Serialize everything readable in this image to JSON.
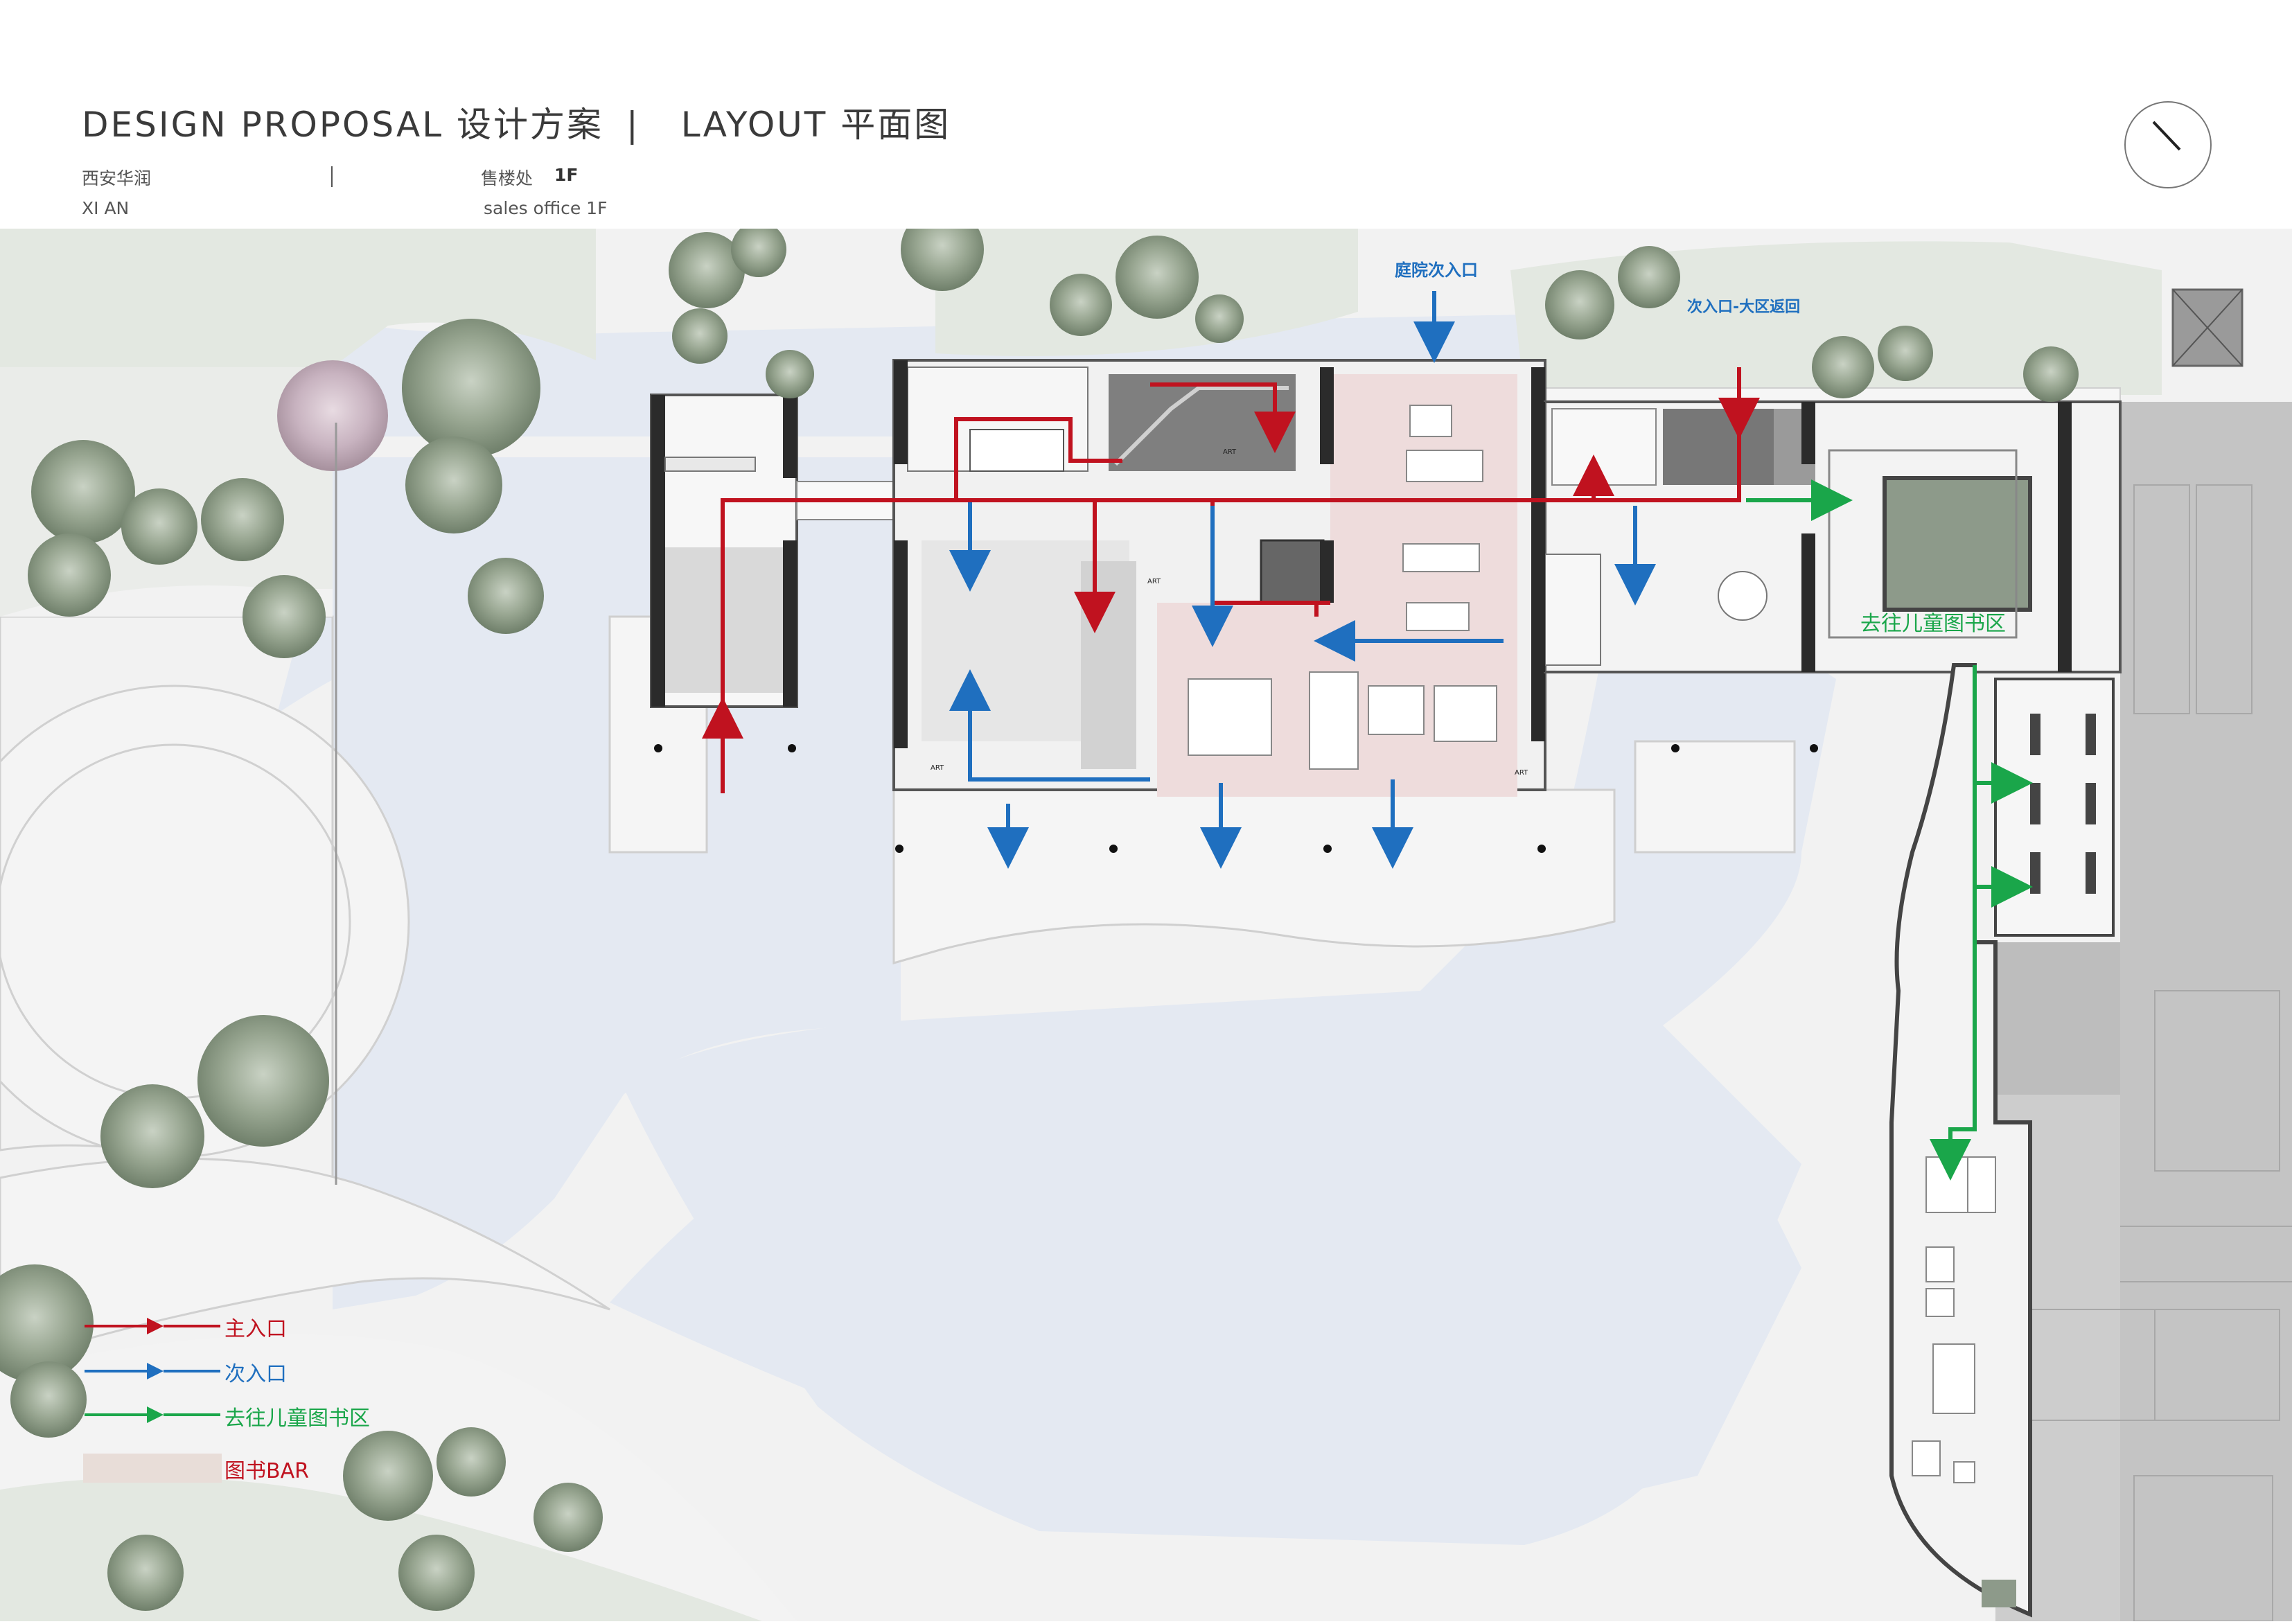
{
  "header": {
    "title_en": "DESIGN PROPOSAL",
    "title_cn": "设计方案",
    "title_sep": "|",
    "layout_en": "LAYOUT",
    "layout_cn": "平面图",
    "project_cn": "西安华润",
    "project_en": "XI AN",
    "divider": "|",
    "floor_cn": "售楼处",
    "floor_level": "1F",
    "floor_en": "sales office 1F"
  },
  "plan_labels": {
    "courtyard_entrance": "庭院次入口",
    "secondary_return": "次入口-大区返回",
    "children_library": "去往儿童图书区",
    "art": "ART"
  },
  "legend": {
    "items": [
      {
        "label": "主入口",
        "color": "#c0121f"
      },
      {
        "label": "次入口",
        "color": "#1f6fbf"
      },
      {
        "label": "去往儿童图书区",
        "color": "#1aa64a"
      },
      {
        "label": "图书BAR",
        "color": "#c0121f",
        "swatch": "#e8ddd8"
      }
    ]
  },
  "colors": {
    "main_entrance": "#c0121f",
    "secondary_entrance": "#1f6fbf",
    "children_route": "#1aa64a",
    "bar_zone": "#eedcdc",
    "water": "#e4e9f2",
    "lawn": "#f1f1f1",
    "planting": "#e3e8e1"
  }
}
